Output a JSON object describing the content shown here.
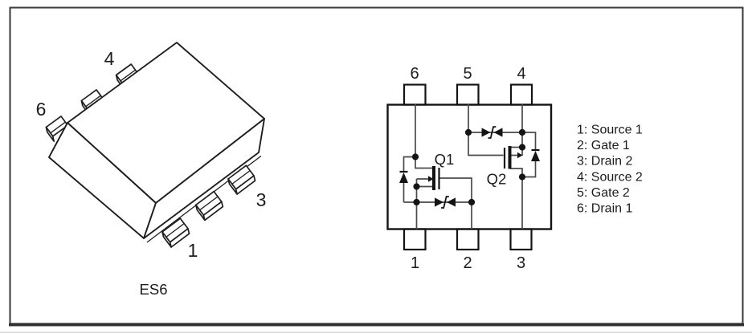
{
  "colors": {
    "background": "#ffffff",
    "border": "#3a3a3a",
    "line": "#1f1f1f",
    "wire": "#4a4a4a",
    "symbol": "#141414",
    "text": "#1c1c1c"
  },
  "package_view": {
    "name": "ES6",
    "pin_callouts": {
      "pin4": "4",
      "pin6": "6",
      "pin3": "3",
      "pin1": "1"
    }
  },
  "pinout": {
    "top_pins": [
      "6",
      "5",
      "4"
    ],
    "bottom_pins": [
      "1",
      "2",
      "3"
    ],
    "transistors": {
      "q1": "Q1",
      "q2": "Q2"
    }
  },
  "legend": {
    "items": [
      "1: Source 1",
      "2: Gate 1",
      "3: Drain 2",
      "4: Source 2",
      "5: Gate 2",
      "6: Drain 1"
    ]
  }
}
